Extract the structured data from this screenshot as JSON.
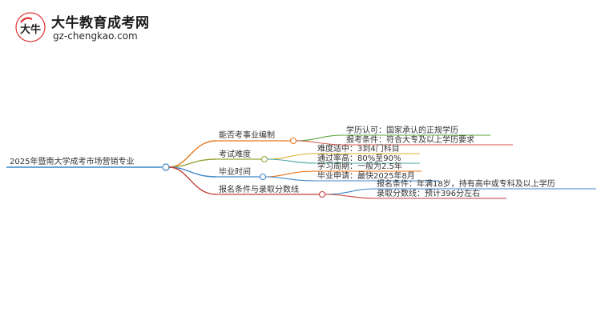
{
  "logo": {
    "mark_text": "大牛",
    "title": "大牛教育成考网",
    "url": "gz-chengkao.com"
  },
  "mindmap": {
    "root": "2025年暨南大学成考市场营销专业",
    "branches": [
      {
        "label": "能否考事业编制",
        "color": "#e8781e",
        "children": [
          {
            "text": "学历认可：国家承认的正规学历",
            "color": "#5aa43b"
          },
          {
            "text": "报考条件：符合大专及以上学历要求",
            "color": "#d95a4a"
          }
        ]
      },
      {
        "label": "考试难度",
        "color": "#9aa23a",
        "children": [
          {
            "text": "难度适中：3到4门科目",
            "color": "#e2b23a"
          },
          {
            "text": "通过率高：80%至90%",
            "color": "#4aa8a0"
          }
        ]
      },
      {
        "label": "毕业时间",
        "color": "#3c86c8",
        "children": [
          {
            "text": "学习周期：一般为2.5年",
            "color": "#e8781e"
          },
          {
            "text": "毕业申请：最快2025年8月",
            "color": "#3c86c8"
          }
        ]
      },
      {
        "label": "报名条件与录取分数线",
        "color": "#c0403a",
        "children": [
          {
            "text": "报名条件：年满18岁，持有高中或专科及以上学历",
            "color": "#3c86c8"
          },
          {
            "text": "录取分数线：预计396分左右",
            "color": "#c0403a"
          }
        ]
      }
    ]
  }
}
